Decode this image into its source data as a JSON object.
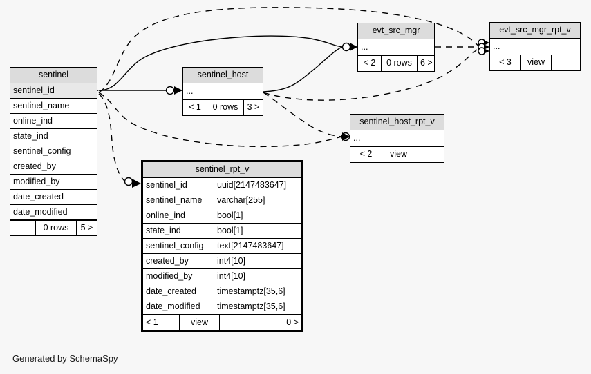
{
  "diagram": {
    "caption": "Generated by SchemaSpy",
    "background_color": "#f7f7f7",
    "header_fill": "#dcdcdc",
    "pk_fill": "#e8e8e8",
    "line_color": "#000000"
  },
  "tables": {
    "sentinel": {
      "title": "sentinel",
      "columns": [
        {
          "name": "sentinel_id"
        },
        {
          "name": "sentinel_name"
        },
        {
          "name": "online_ind"
        },
        {
          "name": "state_ind"
        },
        {
          "name": "sentinel_config"
        },
        {
          "name": "created_by"
        },
        {
          "name": "modified_by"
        },
        {
          "name": "date_created"
        },
        {
          "name": "date_modified"
        }
      ],
      "footer": {
        "left": "",
        "center": "0 rows",
        "right": "5 >"
      }
    },
    "sentinel_host": {
      "title": "sentinel_host",
      "body": "...",
      "footer": {
        "left": "< 1",
        "center": "0 rows",
        "right": "3 >"
      }
    },
    "evt_src_mgr": {
      "title": "evt_src_mgr",
      "body": "...",
      "footer": {
        "left": "< 2",
        "center": "0 rows",
        "right": "6 >"
      }
    },
    "evt_src_mgr_rpt_v": {
      "title": "evt_src_mgr_rpt_v",
      "body": "...",
      "footer": {
        "left": "< 3",
        "center": "view",
        "right": ""
      }
    },
    "sentinel_host_rpt_v": {
      "title": "sentinel_host_rpt_v",
      "body": "...",
      "footer": {
        "left": "< 2",
        "center": "view",
        "right": ""
      }
    },
    "sentinel_rpt_v": {
      "title": "sentinel_rpt_v",
      "columns": [
        {
          "name": "sentinel_id",
          "type": "uuid[2147483647]"
        },
        {
          "name": "sentinel_name",
          "type": "varchar[255]"
        },
        {
          "name": "online_ind",
          "type": "bool[1]"
        },
        {
          "name": "state_ind",
          "type": "bool[1]"
        },
        {
          "name": "sentinel_config",
          "type": "text[2147483647]"
        },
        {
          "name": "created_by",
          "type": "int4[10]"
        },
        {
          "name": "modified_by",
          "type": "int4[10]"
        },
        {
          "name": "date_created",
          "type": "timestamptz[35,6]"
        },
        {
          "name": "date_modified",
          "type": "timestamptz[35,6]"
        }
      ],
      "footer": {
        "left": "< 1",
        "center": "view",
        "right": "0 >"
      }
    }
  }
}
